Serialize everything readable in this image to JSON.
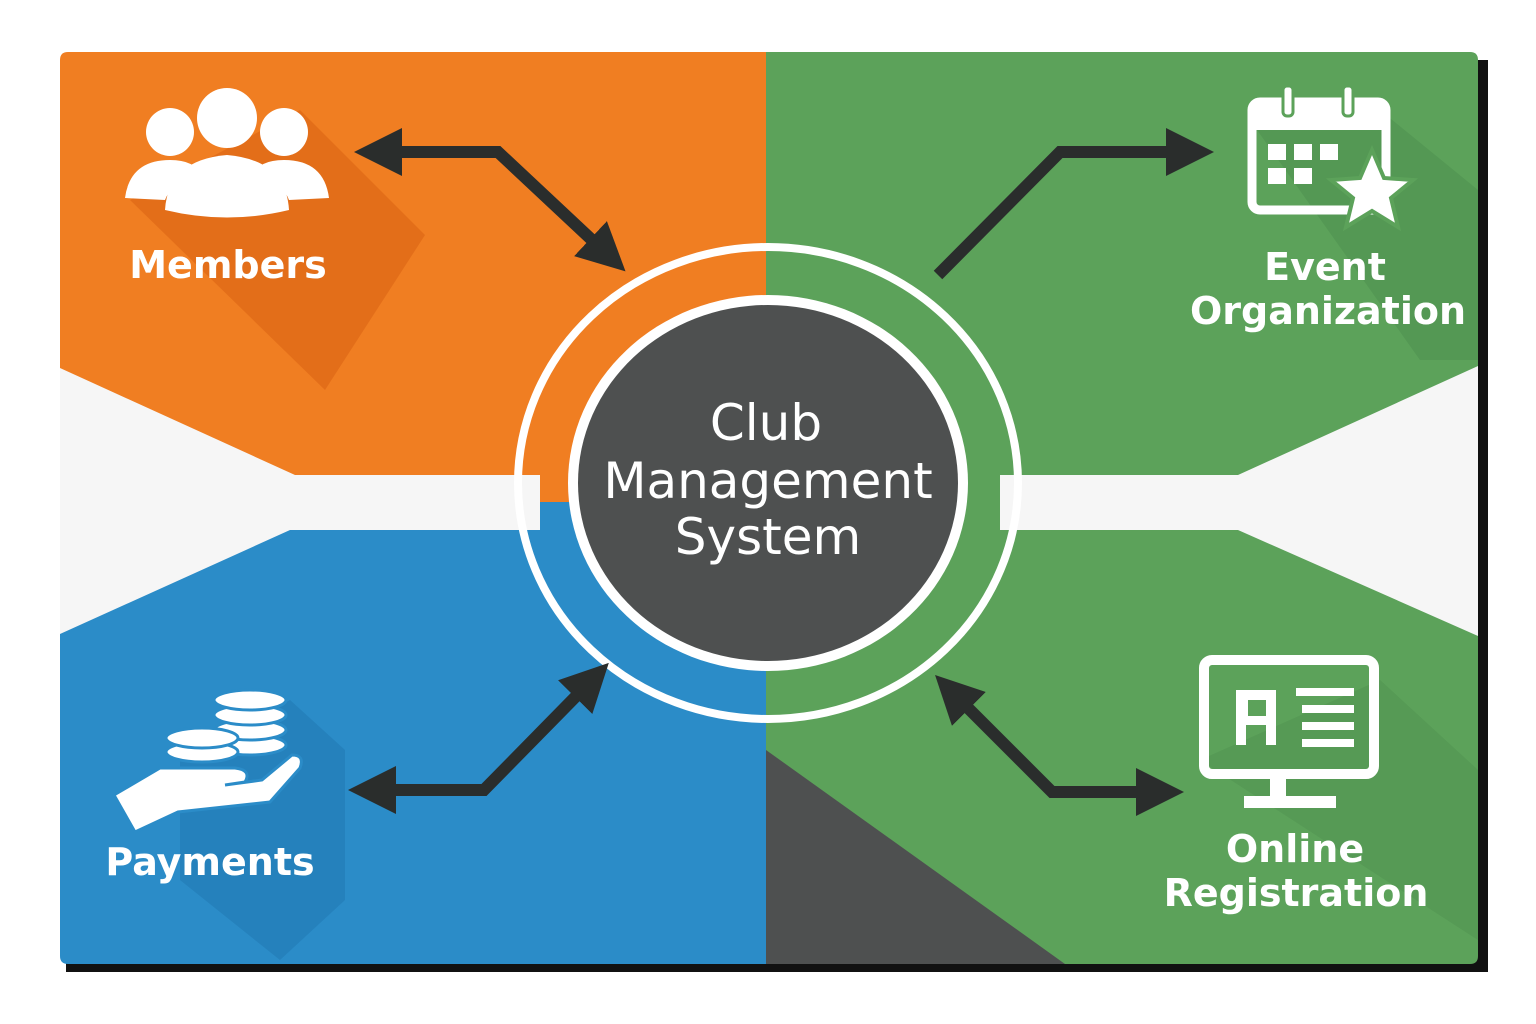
{
  "title": [
    "Club",
    "Management",
    "System"
  ],
  "modules": {
    "members": "Members",
    "events": [
      "Event",
      "Organization"
    ],
    "payments": "Payments",
    "registration": [
      "Online",
      "Registration"
    ]
  },
  "colors": {
    "orange": "#F07E22",
    "green": "#5CA25A",
    "blue": "#2B8CC8",
    "dark": "#4E5050",
    "arrow": "#2A2D2C"
  },
  "icons": {
    "members": "users-group-icon",
    "events": "calendar-star-icon",
    "payments": "hand-coins-icon",
    "registration": "monitor-form-icon"
  }
}
